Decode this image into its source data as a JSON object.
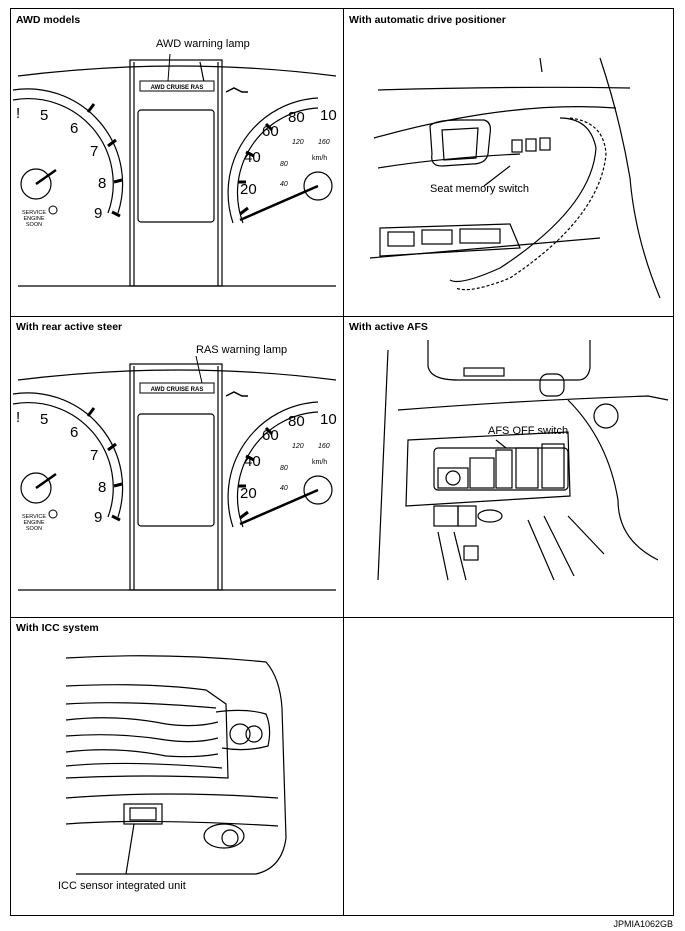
{
  "panels": {
    "awd": {
      "title": "AWD models",
      "callout": "AWD warning lamp"
    },
    "drive_positioner": {
      "title": "With automatic drive positioner",
      "callout": "Seat memory switch"
    },
    "rear_steer": {
      "title": "With rear active steer",
      "callout": "RAS warning lamp"
    },
    "afs": {
      "title": "With active AFS",
      "callout": "AFS OFF switch"
    },
    "icc": {
      "title": "With ICC system",
      "callout": "ICC sensor integrated unit"
    }
  },
  "cluster": {
    "lamp_text": "AWD CRUISE RAS",
    "tach_numbers": [
      "5",
      "6",
      "7",
      "8",
      "9"
    ],
    "tach_partial": "!",
    "speed_numbers": [
      "20",
      "40",
      "60",
      "80",
      "10"
    ],
    "speed_inner": [
      "40",
      "80",
      "120",
      "160"
    ],
    "speed_unit": "km/h",
    "service_lines": [
      "SERVICE",
      "ENGINE",
      "SOON"
    ]
  },
  "reference_code": "JPMIA1062GB"
}
